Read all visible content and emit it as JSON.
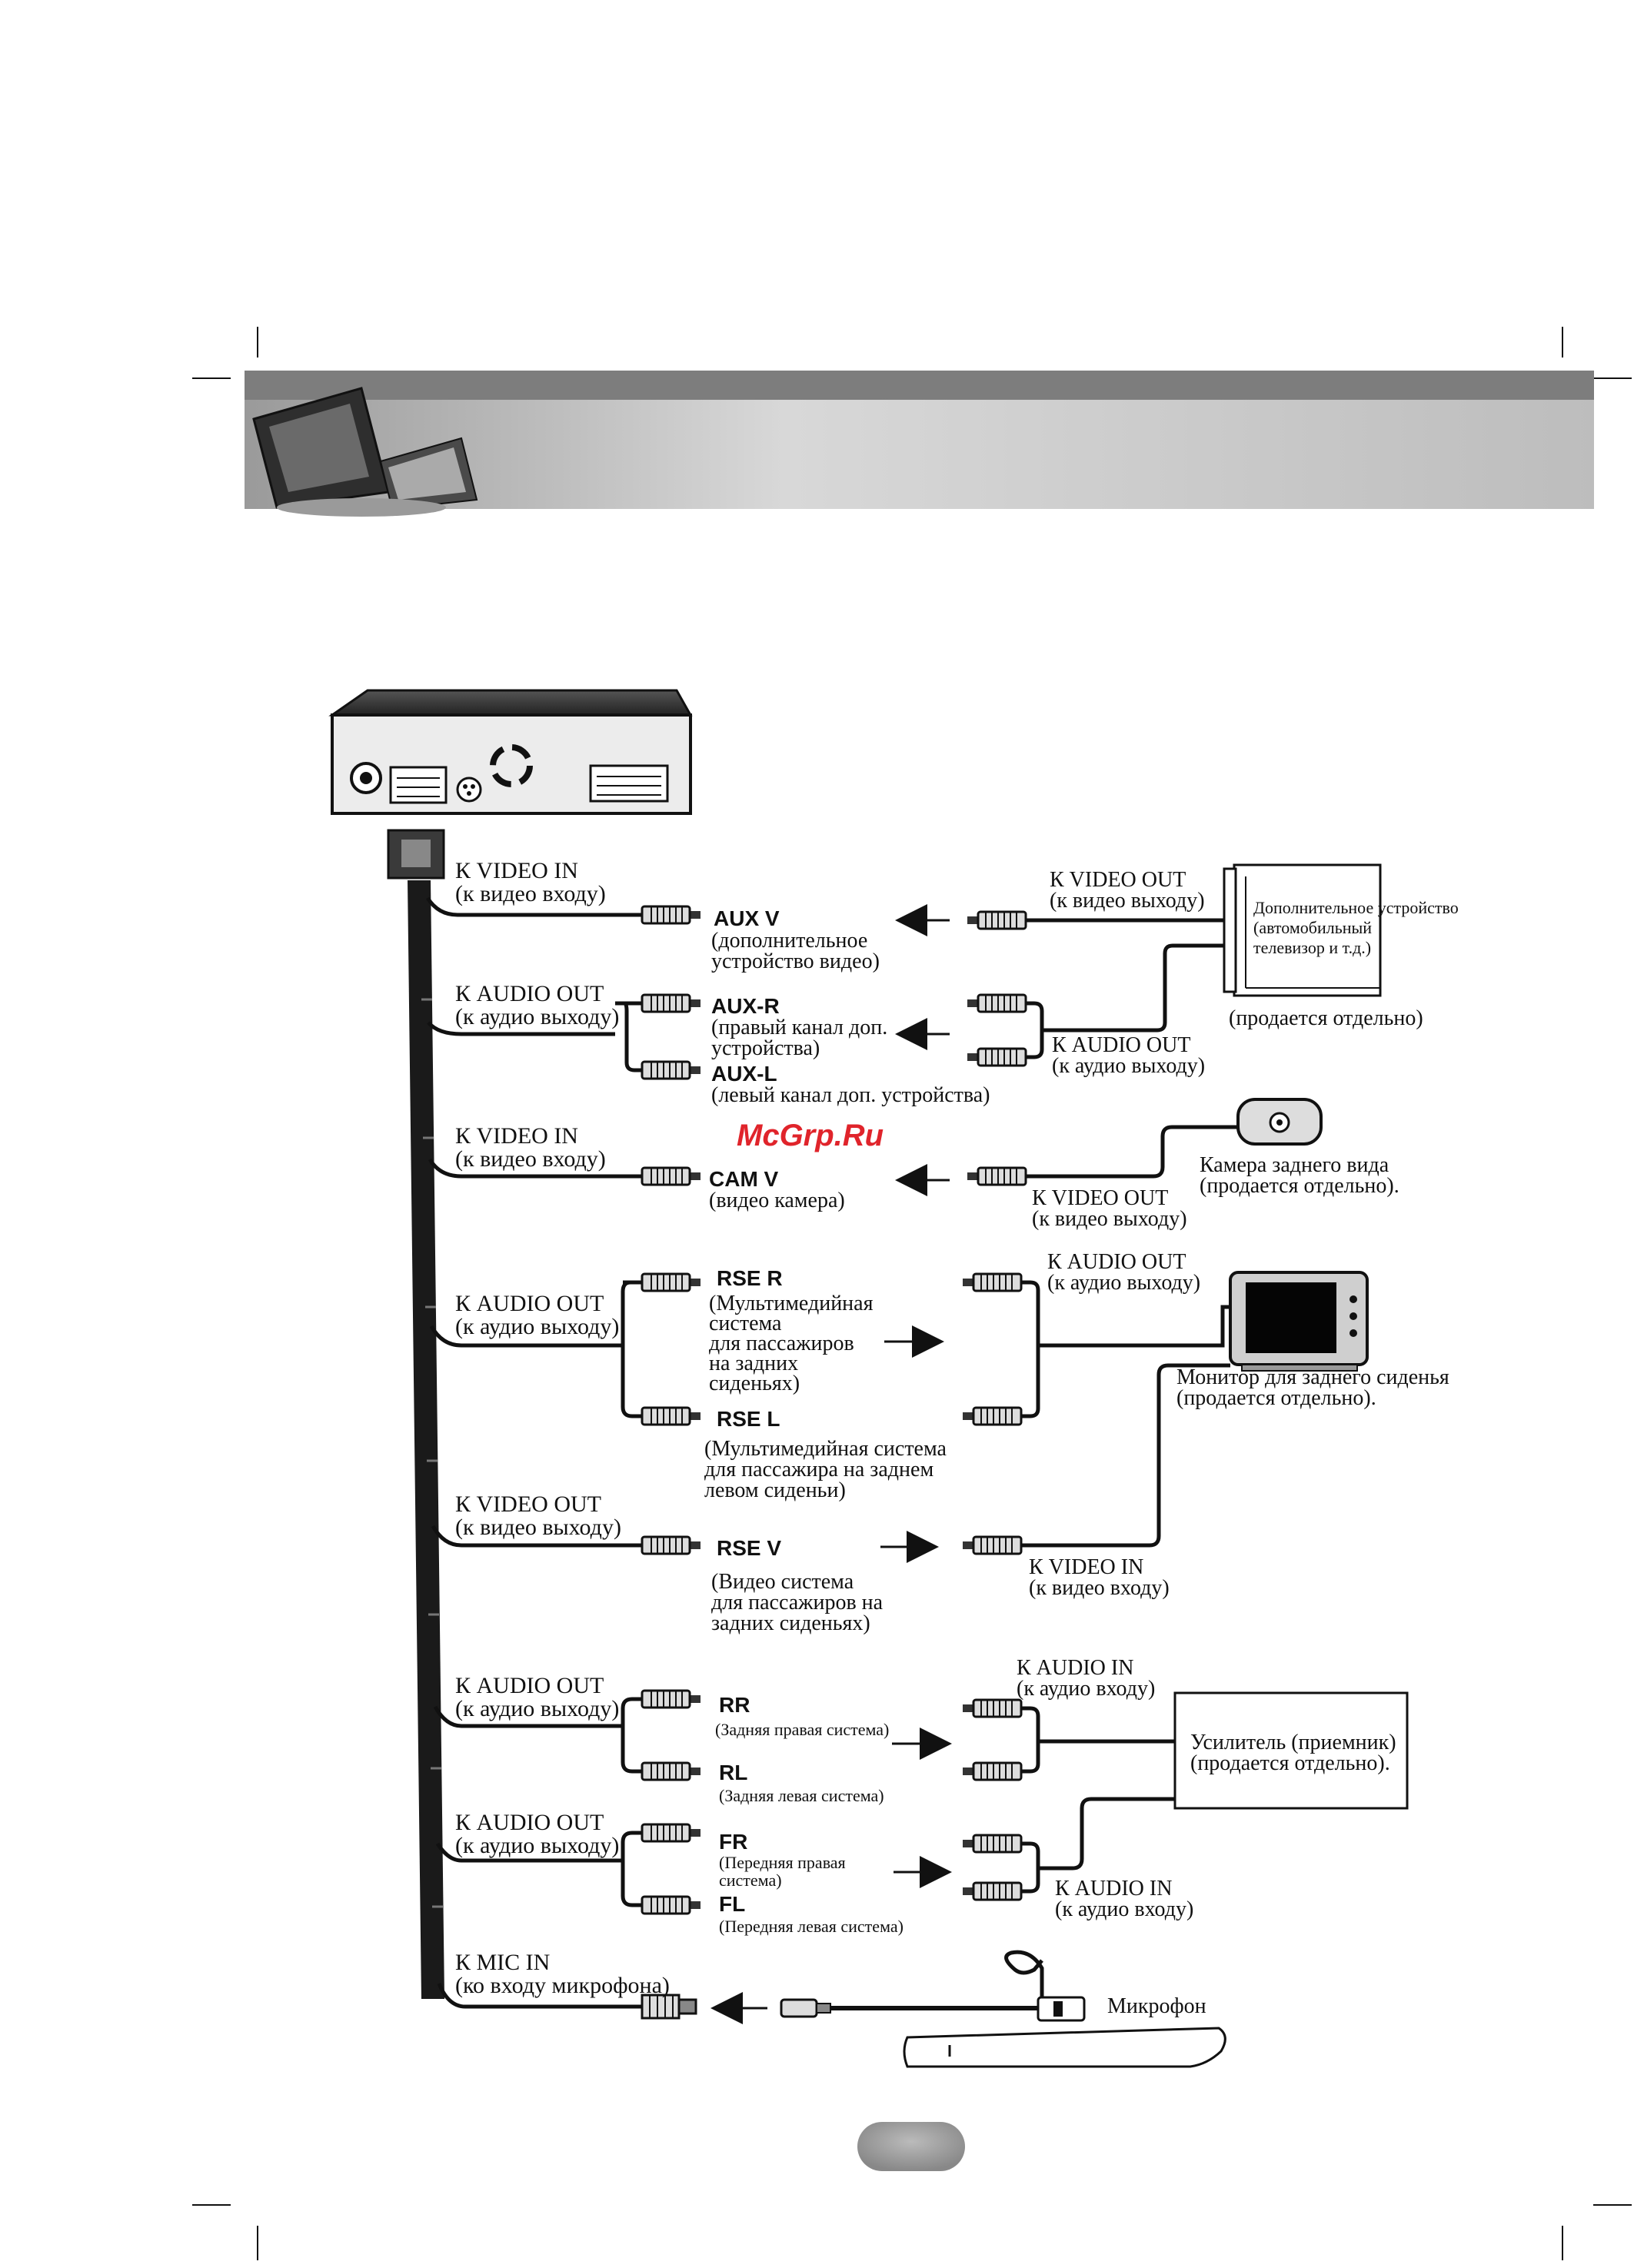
{
  "watermark": "McGrp.Ru",
  "main_connectors": [
    {
      "label": "К VIDEO IN",
      "sub": "(к видео входу)"
    },
    {
      "label": "К AUDIO OUT",
      "sub": "(к аудио выходу)"
    },
    {
      "label": "К VIDEO IN",
      "sub": "(к видео входу)"
    },
    {
      "label": "К AUDIO OUT",
      "sub": "(к аудио выходу)"
    },
    {
      "label": "К VIDEO OUT",
      "sub": "(к видео выходу)"
    },
    {
      "label": "К AUDIO OUT",
      "sub": "(к аудио выходу)"
    },
    {
      "label": "К AUDIO OUT",
      "sub": "(к аудио выходу)"
    },
    {
      "label": "К MIC IN",
      "sub": "(ко входу микрофона)"
    }
  ],
  "aux": {
    "v_name": "AUX V",
    "v_desc": [
      "(дополнительное",
      "устройство видео)"
    ],
    "r_name": "AUX-R",
    "r_desc": [
      "(правый канал доп.",
      "устройства)"
    ],
    "l_name": "AUX-L",
    "l_desc": "(левый канал доп. устройства)",
    "video_out": "К VIDEO OUT",
    "video_out_sub": "(к видео выходу)",
    "audio_out": "К AUDIO OUT",
    "audio_out_sub": "(к аудио выходу)",
    "device": [
      "Дополнительное устройство",
      "(автомобильный",
      "телевизор и т.д.)"
    ],
    "sold_separately": "(продается отдельно)"
  },
  "cam": {
    "name": "CAM V",
    "desc": "(видео камера)",
    "video_out": "К VIDEO OUT",
    "video_out_sub": "(к видео выходу)",
    "device": [
      "Камера заднего вида",
      "(продается отдельно)."
    ]
  },
  "rse": {
    "r_name": "RSE R",
    "r_desc": [
      "(Мультимедийная",
      "система",
      "для пассажиров",
      "на задних",
      "сиденьях)"
    ],
    "l_name": "RSE L",
    "l_desc": [
      "(Мультимедийная система",
      "для пассажира на заднем",
      "левом сиденьи)"
    ],
    "v_name": "RSE V",
    "v_desc": [
      "(Видео система",
      "для пассажиров на",
      "задних сиденьях)"
    ],
    "audio_out": "К AUDIO OUT",
    "audio_out_sub": "(к аудио выходу)",
    "video_in": "К VIDEO IN",
    "video_in_sub": "(к видео входу)",
    "device": [
      "Монитор для заднего сиденья",
      "(продается отдельно)."
    ]
  },
  "amp": {
    "rr_name": "RR",
    "rr_desc": "(Задняя правая система)",
    "rl_name": "RL",
    "rl_desc": "(Задняя левая система)",
    "fr_name": "FR",
    "fr_desc": [
      "(Передняя правая",
      "система)"
    ],
    "fl_name": "FL",
    "fl_desc": "(Передняя левая система)",
    "audio_in_top": "К AUDIO IN",
    "audio_in_top_sub": "(к аудио входу)",
    "audio_in_bottom": "К AUDIO IN",
    "audio_in_bottom_sub": "(к аудио входу)",
    "device": [
      "Усилитель (приемник)",
      "(продается отдельно)."
    ]
  },
  "mic": {
    "device": "Микрофон"
  }
}
